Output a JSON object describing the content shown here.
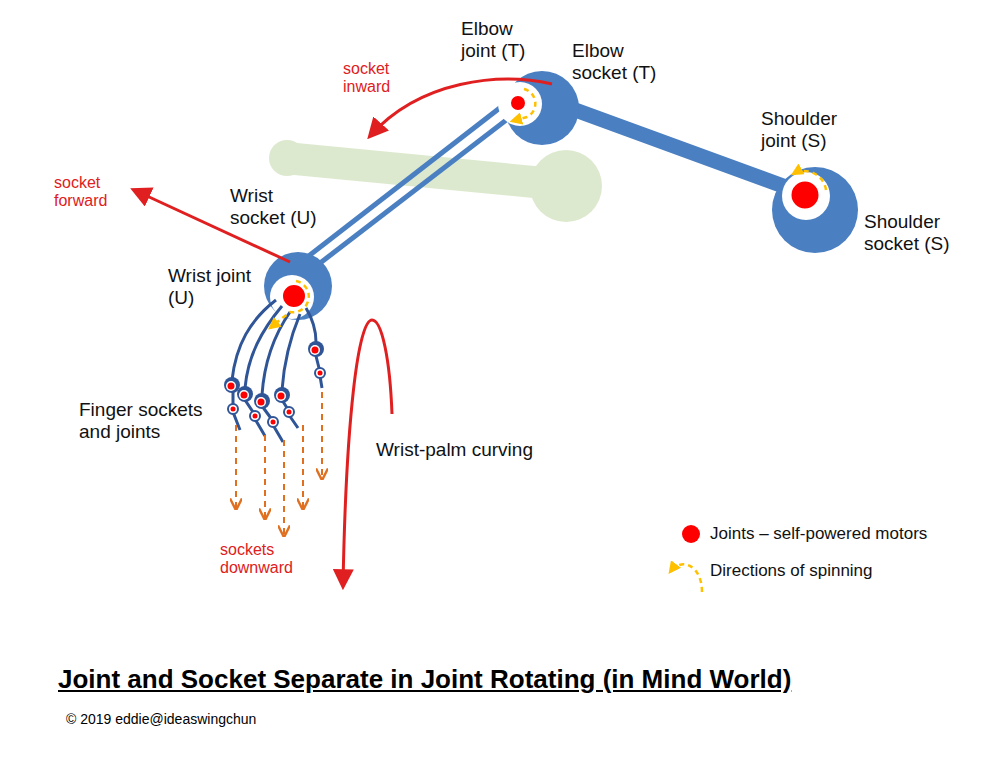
{
  "diagram": {
    "title": "Joint and Socket Separate in Joint Rotating (in Mind World)",
    "caption": "© 2019 eddie@ideaswingchun",
    "labels": [
      "Elbow joint (T)",
      "Elbow socket (T)",
      "socket inward",
      "Shoulder joint (S)",
      "socket forward",
      "Wrist socket (U)",
      "Shoulder socket (S)",
      "Wrist joint (U)",
      "Finger sockets and joints",
      "Wrist-palm curving",
      "sockets downward"
    ],
    "legend": [
      {
        "text": "Joints – self-powered motors",
        "color": "#ff0000"
      },
      {
        "text": "Directions of spinning"
      }
    ]
  }
}
